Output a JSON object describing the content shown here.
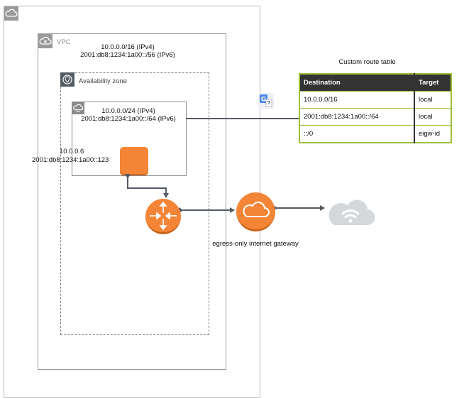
{
  "vpc": {
    "label": "VPC",
    "cidr_ipv4": "10.0.0.0/16 (IPv4)",
    "cidr_ipv6": "2001:db8:1234:1a00::/56 (IPv6)"
  },
  "availability_zone": {
    "label": "Availability zone"
  },
  "subnet": {
    "cidr_ipv4": "10.0.0.0/24 (IPv4)",
    "cidr_ipv6": "2001:db8:1234:1a00::/64 (IPv6)"
  },
  "instance": {
    "ipv4": "10.0.0.6",
    "ipv6": "2001:db8:1234:1a00::123"
  },
  "gateway": {
    "label": "egress-only internet gateway"
  },
  "route_table": {
    "title": "Custom route table",
    "headers": [
      "Destination",
      "Target"
    ],
    "rows": [
      [
        "10.0.0.0/16",
        "local"
      ],
      [
        "2001:db8:1234:1a00::/64",
        "local"
      ],
      [
        "::/0",
        "eigw-id"
      ]
    ]
  },
  "icons": {
    "cloud_badge": "cloud-icon",
    "vpc_badge": "vpc-cloud-lock-icon",
    "az_badge": "location-pin-icon",
    "subnet_badge": "subnet-icon",
    "instance": "ec2-instance-icon",
    "router": "router-icon",
    "egress_gateway": "egress-only-internet-gateway-icon",
    "internet": "internet-cloud-wifi-icon",
    "translate": "translate-icon"
  },
  "colors": {
    "aws_orange": "#f58536",
    "table_border": "#9fbf3b",
    "table_header": "#333333",
    "connector": "#545b64"
  }
}
